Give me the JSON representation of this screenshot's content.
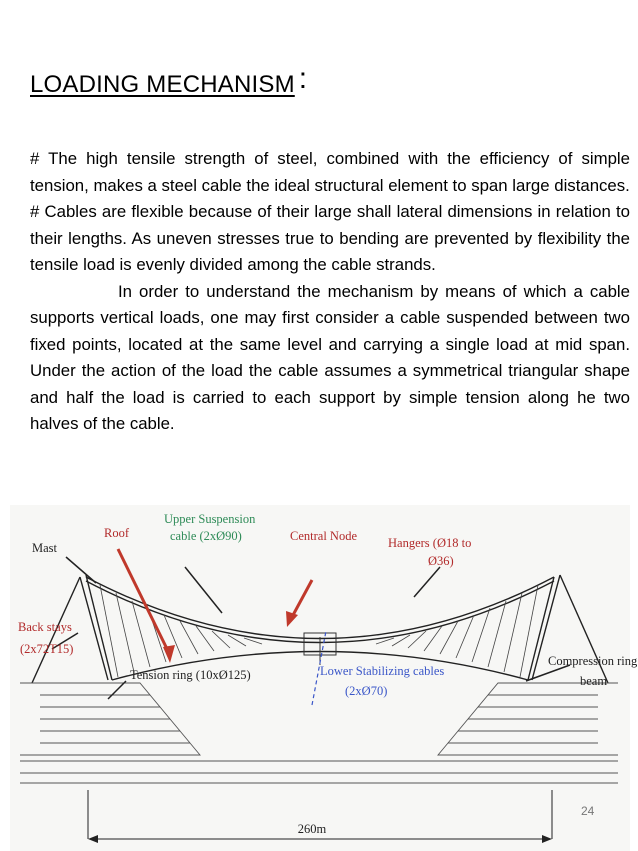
{
  "title": "LOADING MECHANISM",
  "title_colon": ":",
  "paragraphs": [
    "#    The high tensile strength of steel, combined with the efficiency of simple tension, makes a steel cable the ideal structural element to span large distances.",
    "#     Cables are flexible because of their large shall lateral dimensions in relation to their lengths. As uneven stresses true to bending are prevented by flexibility the tensile load is evenly divided among the cable strands.",
    "In order to understand the mechanism by means of which a cable supports vertical loads, one may first consider a cable suspended between two fixed points, located at the same level and carrying a single load at mid span. Under the action of the load the cable assumes a symmetrical triangular shape and half the load is carried to each support by simple tension along he two halves of the cable."
  ],
  "diagram": {
    "mast": "Mast",
    "roof": "Roof",
    "upper_suspension_1": "Upper Suspension",
    "upper_suspension_2": "cable (2xØ90)",
    "central_node": "Central Node",
    "hangers_1": "Hangers (Ø18 to",
    "hangers_2": "Ø36)",
    "back_stays_1": "Back stays",
    "back_stays_2": "(2x72T15)",
    "tension_ring": "Tension ring (10xØ125)",
    "lower_stab_1": "Lower Stabilizing cables",
    "lower_stab_2": "(2xØ70)",
    "compression_1": "Compression ring",
    "compression_2": "beam",
    "span": "260m"
  },
  "page_number": "24"
}
